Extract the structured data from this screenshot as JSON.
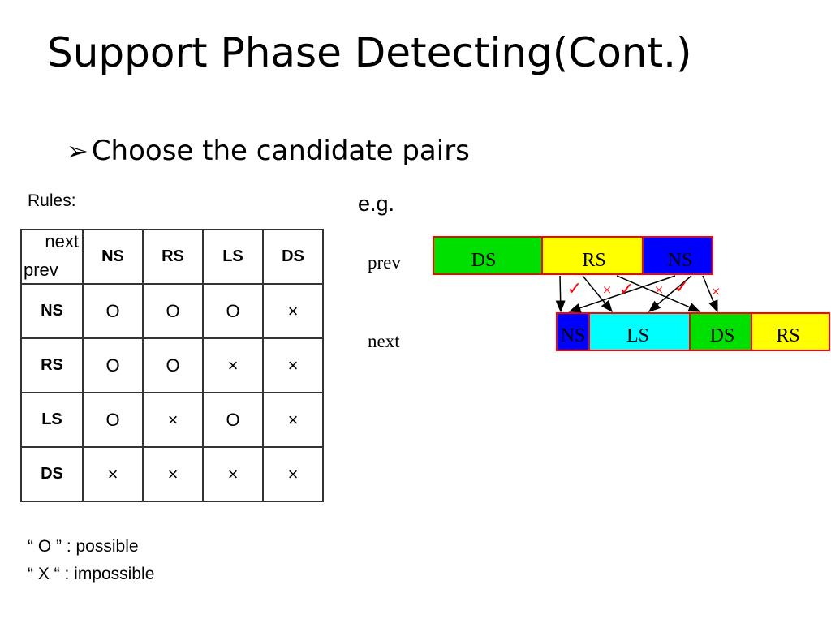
{
  "title": "Support Phase Detecting(Cont.)",
  "bullet": {
    "icon": "arrow-bullet-icon",
    "text": "Choose the candidate pairs"
  },
  "rules": {
    "label": "Rules:",
    "corner_top": "next",
    "corner_bottom": "prev",
    "columns": [
      "NS",
      "RS",
      "LS",
      "DS"
    ],
    "rows": [
      {
        "label": "NS",
        "cells": [
          "O",
          "O",
          "O",
          "×"
        ]
      },
      {
        "label": "RS",
        "cells": [
          "O",
          "O",
          "×",
          "×"
        ]
      },
      {
        "label": "LS",
        "cells": [
          "O",
          "×",
          "O",
          "×"
        ]
      },
      {
        "label": "DS",
        "cells": [
          "×",
          "×",
          "×",
          "×"
        ]
      }
    ]
  },
  "legend": {
    "possible": "“ O ” :  possible",
    "impossible": "“ X “ :  impossible"
  },
  "example": {
    "label": "e.g.",
    "prev_label": "prev",
    "next_label": "next",
    "prev_segments": [
      {
        "text": "DS",
        "color": "#00e000"
      },
      {
        "text": "RS",
        "color": "#ffff00"
      },
      {
        "text": "NS",
        "color": "#0000ff"
      }
    ],
    "next_segments": [
      {
        "text": "NS",
        "color": "#0000ff"
      },
      {
        "text": "LS",
        "color": "#00ffff"
      },
      {
        "text": "DS",
        "color": "#00e000"
      },
      {
        "text": "RS",
        "color": "#ffff00"
      }
    ],
    "border_color": "#ff0000",
    "mark_color": "#ff0000",
    "marks": [
      "✓",
      "×",
      "✓",
      "×",
      "✓",
      "×"
    ]
  }
}
